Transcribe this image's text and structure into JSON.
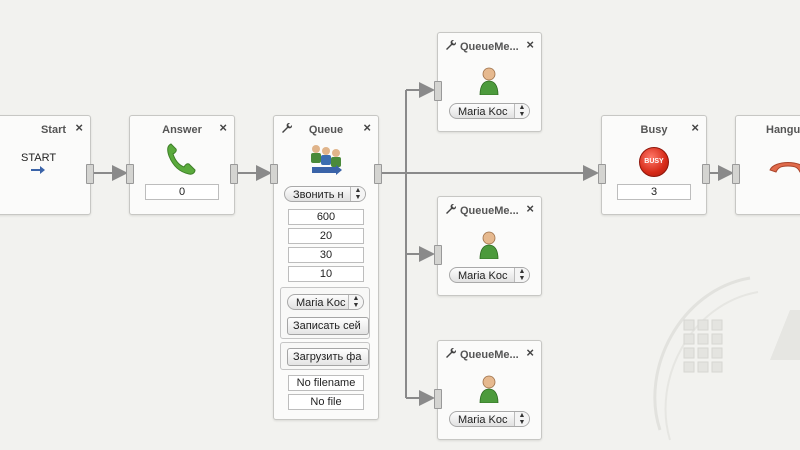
{
  "nodes": {
    "start": {
      "title": "Start",
      "label": "START"
    },
    "answer": {
      "title": "Answer",
      "value": "0"
    },
    "queue": {
      "title": "Queue",
      "strategy": "Звонить н",
      "fields": [
        "600",
        "20",
        "30",
        "10"
      ],
      "member_select": "Maria Koc",
      "save_button": "Записать сей",
      "upload_button": "Загрузить фа",
      "filename": "No filename",
      "file": "No file"
    },
    "queue_member_1": {
      "title": "QueueMe...",
      "member": "Maria Koc"
    },
    "queue_member_2": {
      "title": "QueueMe...",
      "member": "Maria Koc"
    },
    "queue_member_3": {
      "title": "QueueMe...",
      "member": "Maria Koc"
    },
    "busy": {
      "title": "Busy",
      "icon_text": "BUSY",
      "value": "3"
    },
    "hangup": {
      "title": "Hangu"
    }
  },
  "icons": {
    "close": "×",
    "wrench": "wrench-icon",
    "phone": "phone-green-icon",
    "queue": "queue-people-icon",
    "person": "person-icon",
    "busy": "busy-red-button-icon",
    "hangup": "phone-red-icon"
  },
  "colors": {
    "background": "#f2f2ef",
    "node_border": "#c7c7c4",
    "wire": "#8a8a8a",
    "busy_red": "#d62a18",
    "phone_green": "#5aaa3c"
  }
}
